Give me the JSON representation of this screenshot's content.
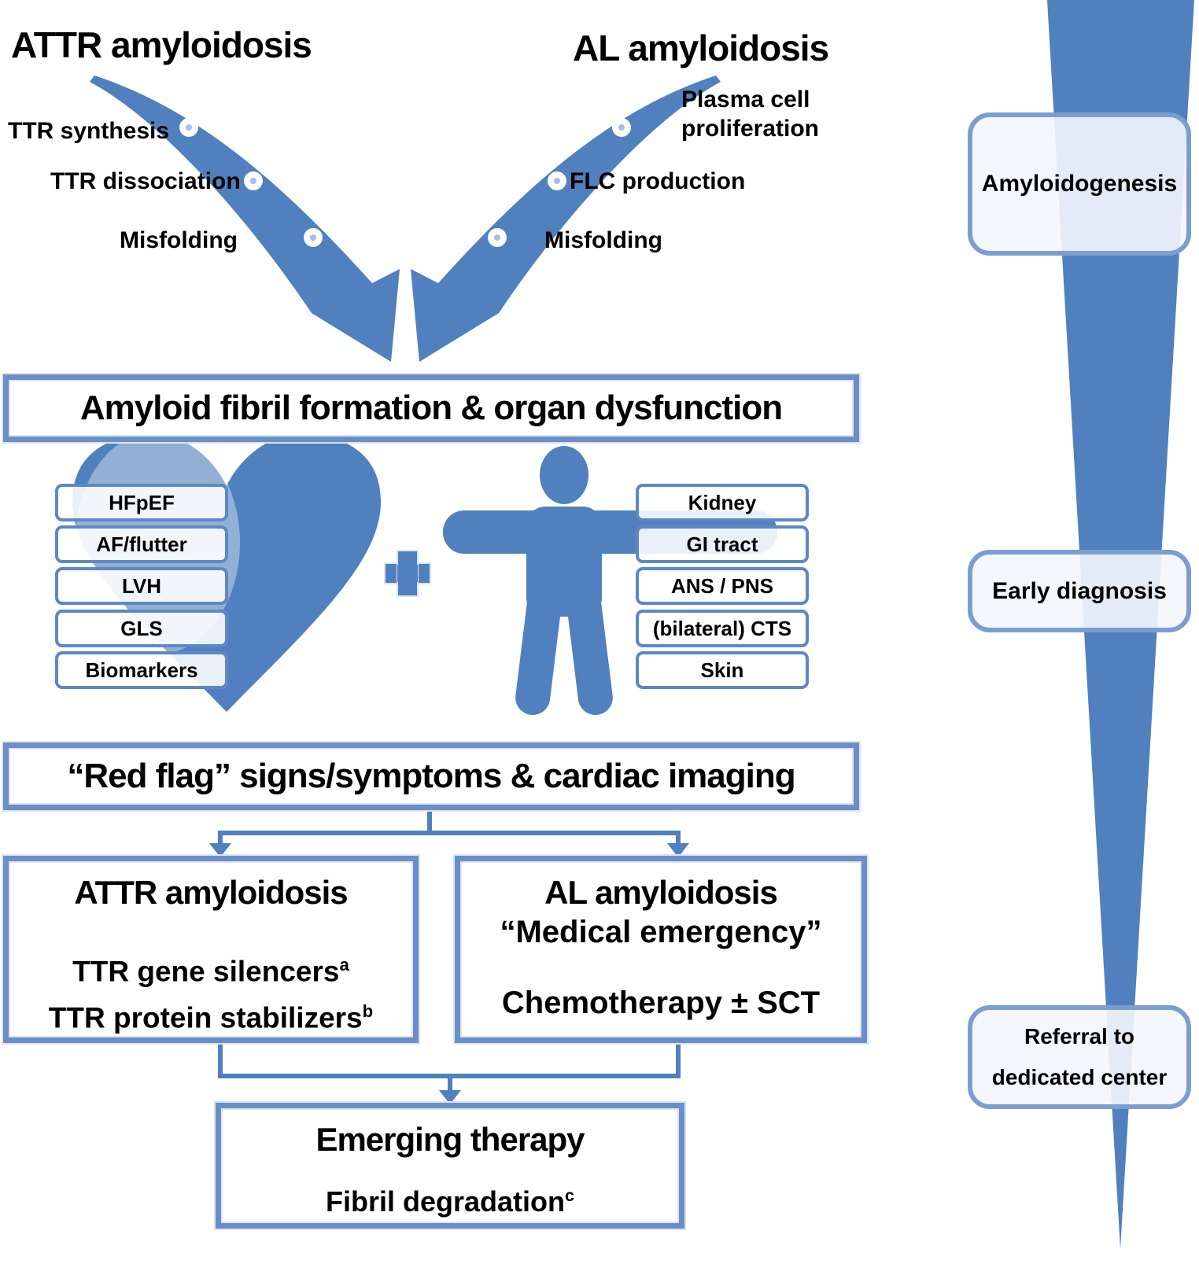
{
  "figure": {
    "pathways": {
      "attr": {
        "title": "ATTR amyloidosis",
        "steps": [
          "TTR synthesis",
          "TTR dissociation",
          "Misfolding"
        ]
      },
      "al": {
        "title": "AL amyloidosis",
        "steps": [
          "Plasma cell proliferation",
          "FLC production",
          "Misfolding"
        ]
      }
    },
    "fibril_box": {
      "label": "Amyloid fibril formation & organ dysfunction"
    },
    "cardiac": {
      "labels": [
        "HFpEF",
        "AF/flutter",
        "LVH",
        "GLS",
        "Biomarkers"
      ]
    },
    "plus_icon": "+",
    "systemic": {
      "labels": [
        "Kidney",
        "GI tract",
        "ANS / PNS",
        "(bilateral) CTS",
        "Skin"
      ]
    },
    "redflag_box": {
      "label": "“Red flag” signs/symptoms & cardiac imaging"
    },
    "treatments": {
      "attr": {
        "title": "ATTR amyloidosis",
        "line1": "TTR gene silencers",
        "line1_sup": "a",
        "line2": "TTR protein stabilizers",
        "line2_sup": "b"
      },
      "al": {
        "title": "AL amyloidosis",
        "subtitle": "“Medical emergency”",
        "line": "Chemotherapy ± SCT"
      }
    },
    "emerging": {
      "title": "Emerging therapy",
      "line": "Fibril degradation",
      "line_sup": "c"
    },
    "funnel": {
      "stages": [
        "Amyloidogenesis",
        "Early diagnosis",
        "Referral to dedicated center"
      ]
    },
    "colors": {
      "main_blue": "#5080bd",
      "box_border": "#6a8fc7",
      "label_border": "#5d88c5",
      "funnel_border": "#7b9dd0"
    }
  }
}
